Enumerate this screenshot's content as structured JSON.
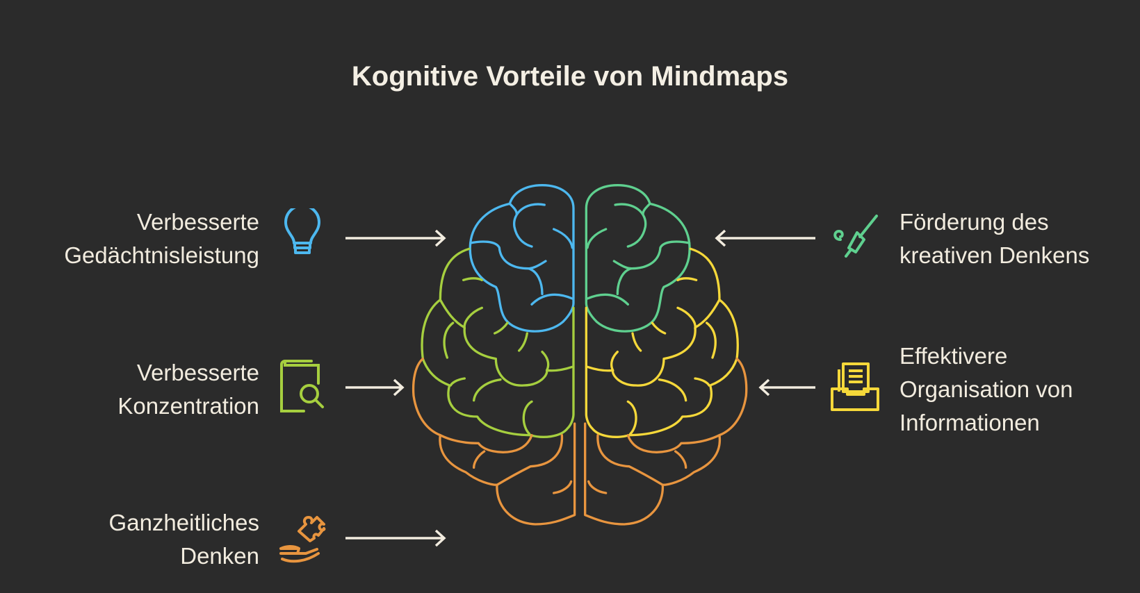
{
  "title": "Kognitive Vorteile von Mindmaps",
  "benefits_left": [
    {
      "lines": [
        "Verbesserte",
        "Gedächtnisleistung"
      ],
      "icon": "lightbulb-icon",
      "color": "#4db8ef"
    },
    {
      "lines": [
        "Verbesserte",
        "Konzentration"
      ],
      "icon": "book-search-icon",
      "color": "#a6cf3f"
    },
    {
      "lines": [
        "Ganzheitliches",
        "Denken"
      ],
      "icon": "hand-puzzle-icon",
      "color": "#e8953f"
    }
  ],
  "benefits_right": [
    {
      "lines": [
        "Förderung des",
        "kreativen Denkens"
      ],
      "icon": "paintbrush-icon",
      "color": "#5fd08f"
    },
    {
      "lines": [
        "Effektivere",
        "Organisation von",
        "Informationen"
      ],
      "icon": "document-tray-icon",
      "color": "#f5d83a"
    }
  ],
  "colors": {
    "background": "#2b2b2b",
    "blue": "#4db8ef",
    "green": "#5fd08f",
    "lime": "#a6cf3f",
    "yellow": "#f5d83a",
    "orange": "#e8953f"
  }
}
